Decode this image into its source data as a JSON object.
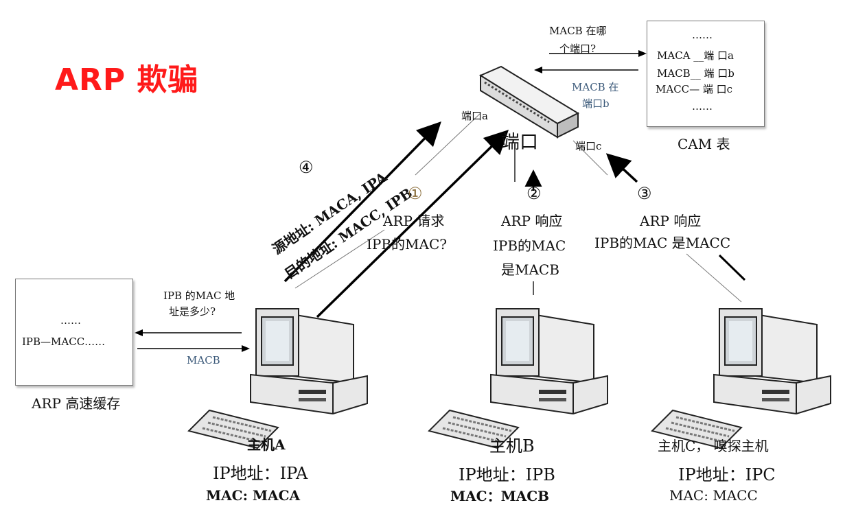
{
  "title": "ARP  欺骗",
  "cam_table": {
    "caption": "CAM  表",
    "dots_top": "……",
    "rows": [
      "MACA    __端 口a",
      "MACB__    端 口b",
      "MACC—  端  口c"
    ],
    "dots_bottom": "……"
  },
  "switch": {
    "query": [
      "MACB   在哪",
      "个端口?"
    ],
    "answer": [
      "MACB   在",
      "端口b"
    ],
    "port_a": "端口a",
    "port_label": "端口",
    "port_c": "端口c"
  },
  "arp_cache": {
    "caption": "ARP  高速缓存",
    "dots": "……",
    "entry": "IPB—MACC……",
    "query": [
      "IPB 的MAC  地",
      "址是多少?"
    ],
    "reply": "MACB"
  },
  "steps": {
    "s1": {
      "num": "①",
      "lines": [
        "ARP 请求",
        "IPB的MAC?"
      ]
    },
    "s2": {
      "num": "②",
      "lines": [
        "ARP 响应",
        "IPB的MAC",
        "是MACB"
      ]
    },
    "s3": {
      "num": "③",
      "lines": [
        "ARP 响应",
        "IPB的MAC  是MACC"
      ]
    },
    "s4": {
      "num": "④",
      "lines": [
        "源地址: MACA, IPA",
        "目的地址: MACC, IPB"
      ]
    }
  },
  "hosts": [
    {
      "name": "主机A",
      "ip": "IP地址：IPA",
      "mac": "MAC:   MACA"
    },
    {
      "name": "主机B",
      "ip": "IP地址：IPB",
      "mac": "MAC：MACB"
    },
    {
      "name": "主机C， 嗅探主机",
      "ip": "IP地址：IPC",
      "mac": "MAC:    MACC"
    }
  ]
}
